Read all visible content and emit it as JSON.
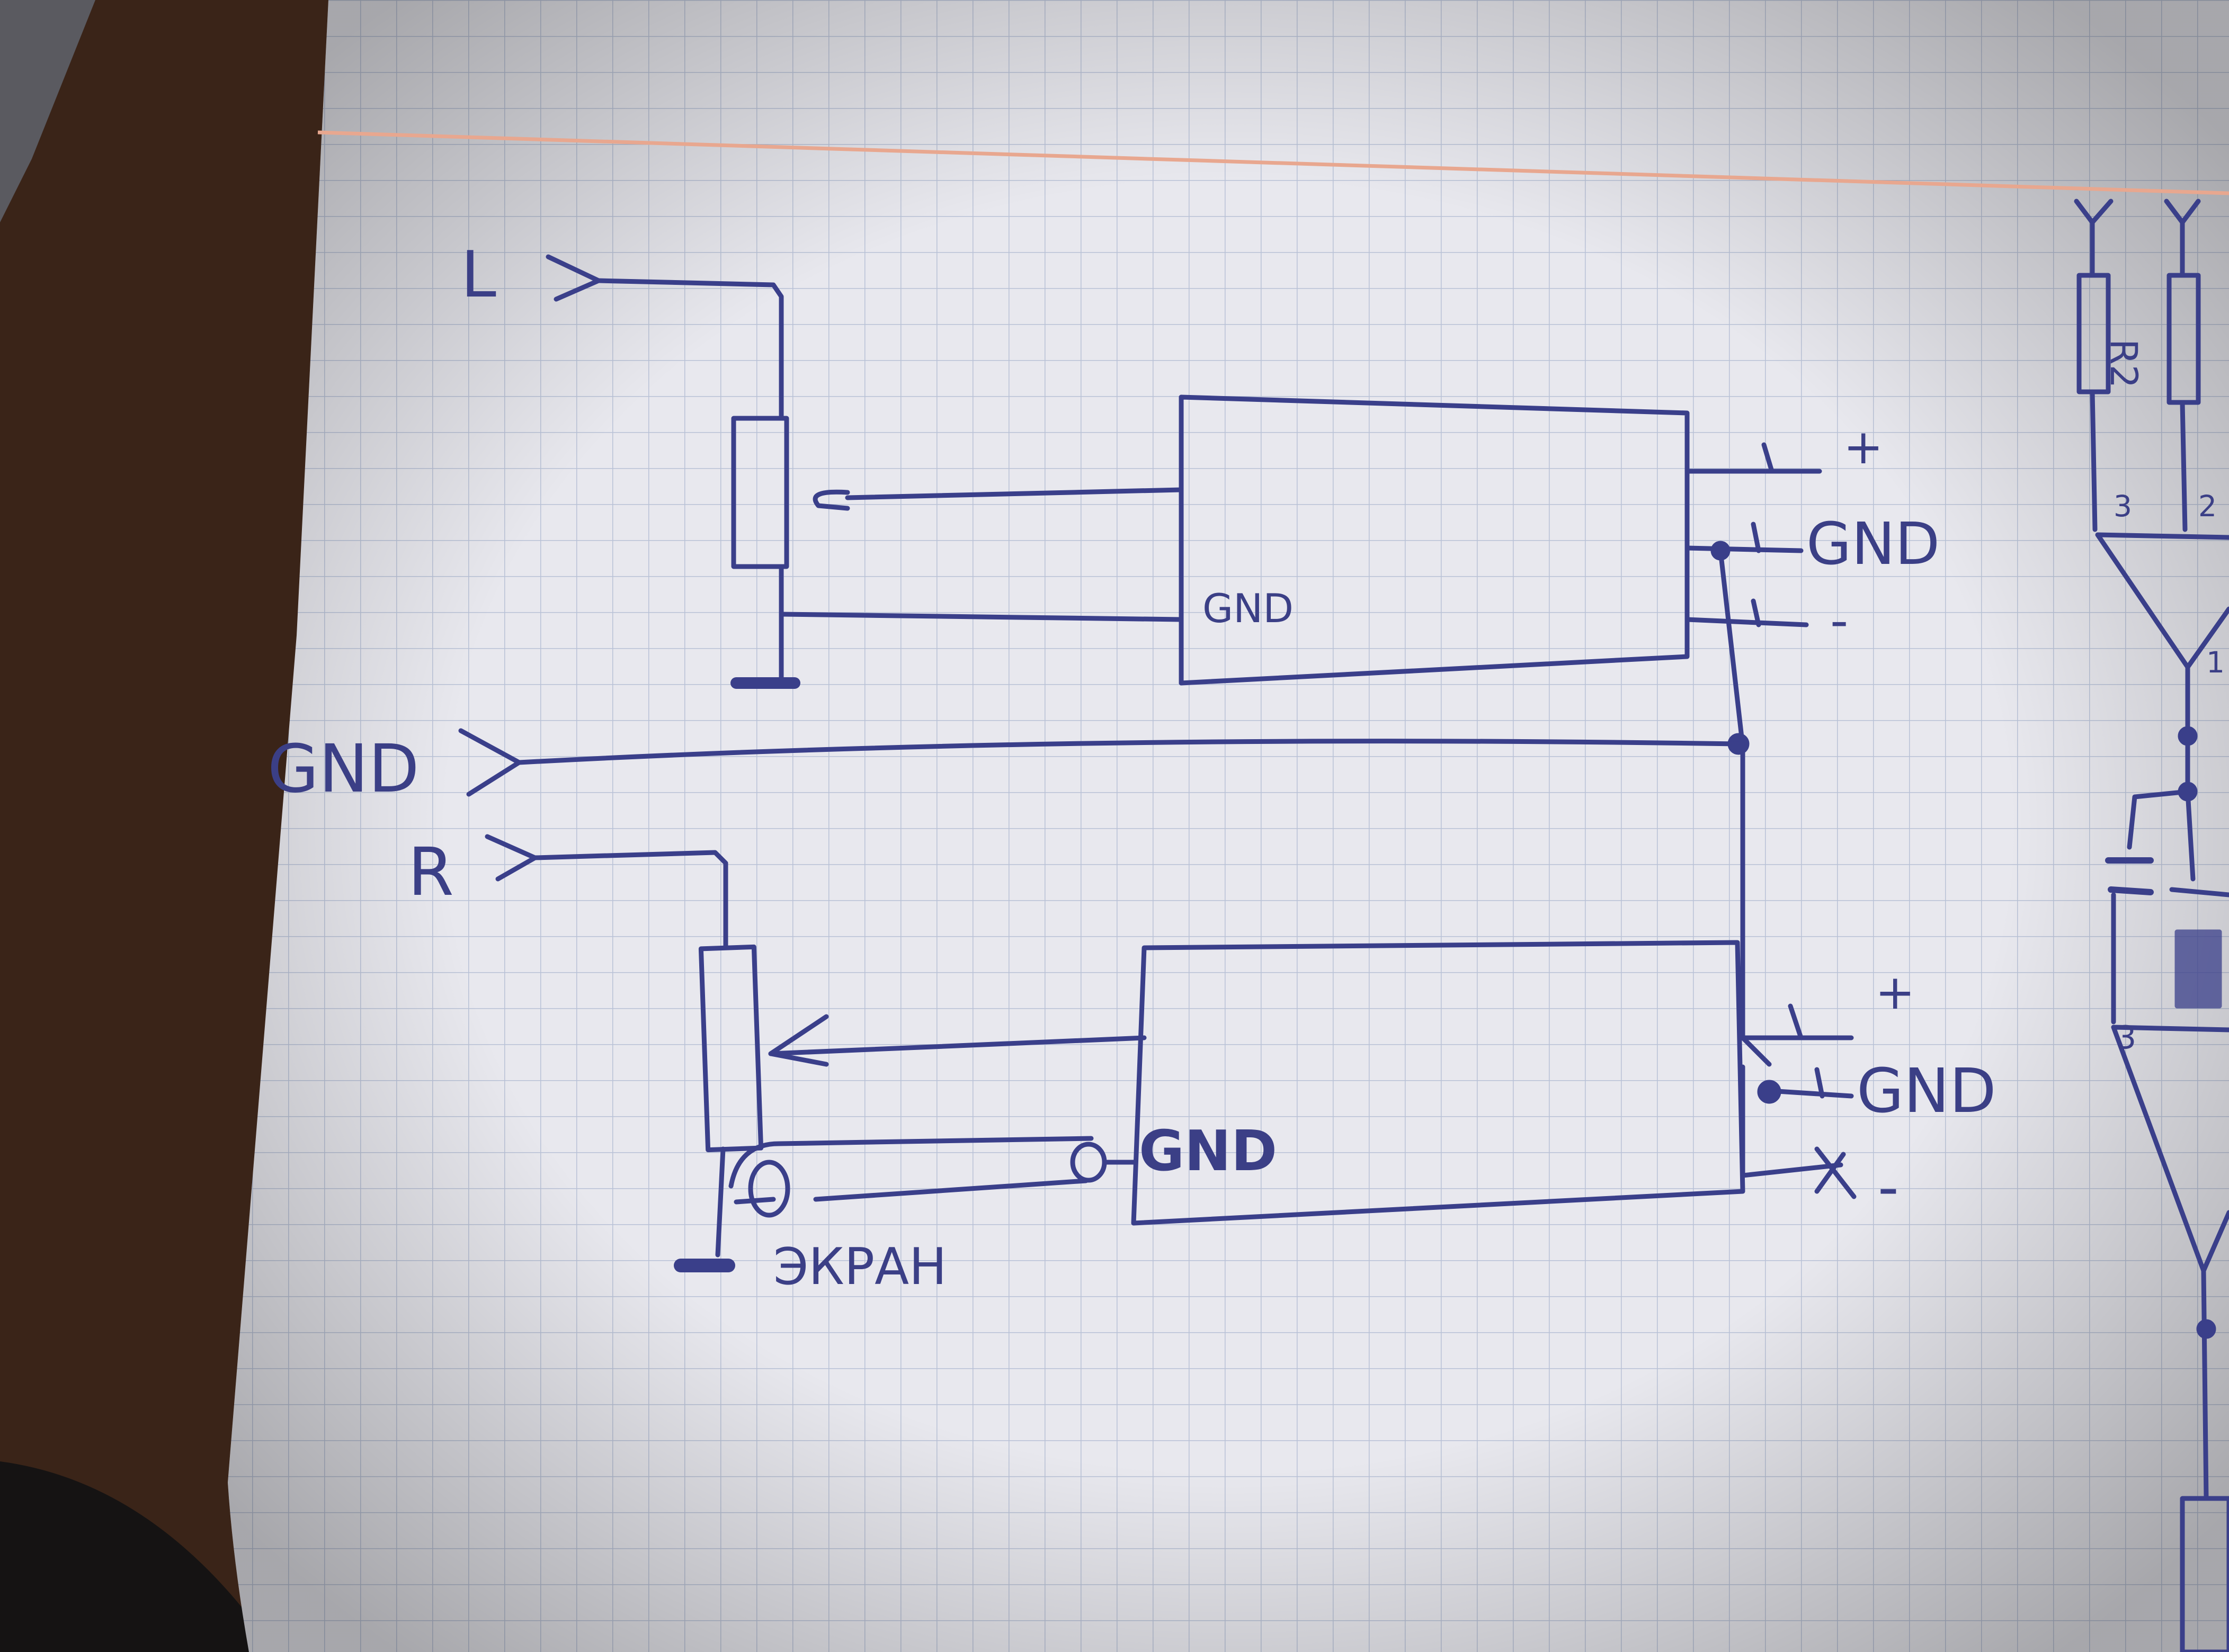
{
  "diagram": {
    "inputs": {
      "left": "L",
      "ground": "GND",
      "right": "R"
    },
    "upper_module": {
      "gnd_label": "GND",
      "pins": [
        "+",
        "GND",
        "-"
      ]
    },
    "lower_module": {
      "gnd_label": "GND",
      "pins": [
        "+",
        "GND",
        "-"
      ]
    },
    "shield_label": "ЭКРАН",
    "side_circuit": {
      "resistor_label": "R2",
      "pin_labels": [
        "3",
        "2",
        "1",
        "3"
      ]
    }
  },
  "colors": {
    "ink": "#3a3f8a",
    "paper": "#e9e9ee",
    "grid": "#b9c2d6",
    "margin_line": "#e8a78f",
    "table": "#3a2418"
  }
}
